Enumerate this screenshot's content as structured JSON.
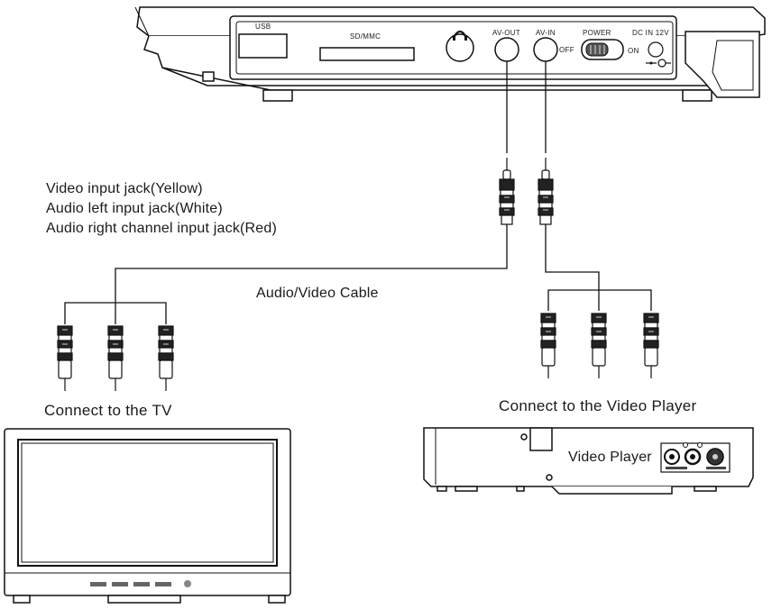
{
  "device_panel": {
    "usb": "USB",
    "sd_mmc": "SD/MMC",
    "av_out": "AV-OUT",
    "av_in": "AV-IN",
    "power": "POWER",
    "off": "OFF",
    "on": "ON",
    "dc_in": "DC IN 12V"
  },
  "legend": {
    "video_jack": "Video input jack(Yellow)",
    "audio_left_jack": "Audio left input jack(White)",
    "audio_right_jack": "Audio right channel input jack(Red)"
  },
  "cable_label": "Audio/Video Cable",
  "connect_tv": "Connect to the TV",
  "connect_player": "Connect to the Video Player",
  "video_player_label": "Video Player"
}
